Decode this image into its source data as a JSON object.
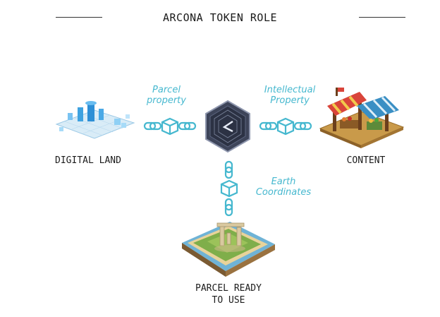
{
  "title": "ARCONA TOKEN ROLE",
  "nodes": {
    "digital_land": "DIGITAL LAND",
    "content": "CONTENT",
    "parcel_line1": "PARCEL READY",
    "parcel_line2": "TO USE"
  },
  "links": {
    "left_line1": "Parcel",
    "left_line2": "property",
    "right_line1": "Intellectual",
    "right_line2": "Property",
    "bottom_line1": "Earth",
    "bottom_line2": "Coordinates"
  },
  "colors": {
    "accent": "#46b8cf",
    "token": "#3d4459",
    "text": "#1c1c1c"
  }
}
